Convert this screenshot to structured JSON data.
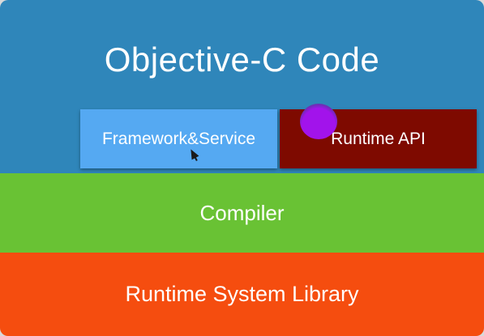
{
  "diagram": {
    "objc_layer": {
      "label": "Objective-C Code",
      "color": "#2f86ba"
    },
    "framework_block": {
      "label": "Framework&Service",
      "color": "#55a9f2"
    },
    "runtime_api_block": {
      "label": "Runtime API",
      "color": "#7e0a00"
    },
    "compiler_layer": {
      "label": "Compiler",
      "color": "#69c234"
    },
    "runtime_lib_layer": {
      "label": "Runtime System Library",
      "color": "#f54d0f"
    }
  },
  "cursor": {
    "highlight_color": "#a313f0"
  }
}
